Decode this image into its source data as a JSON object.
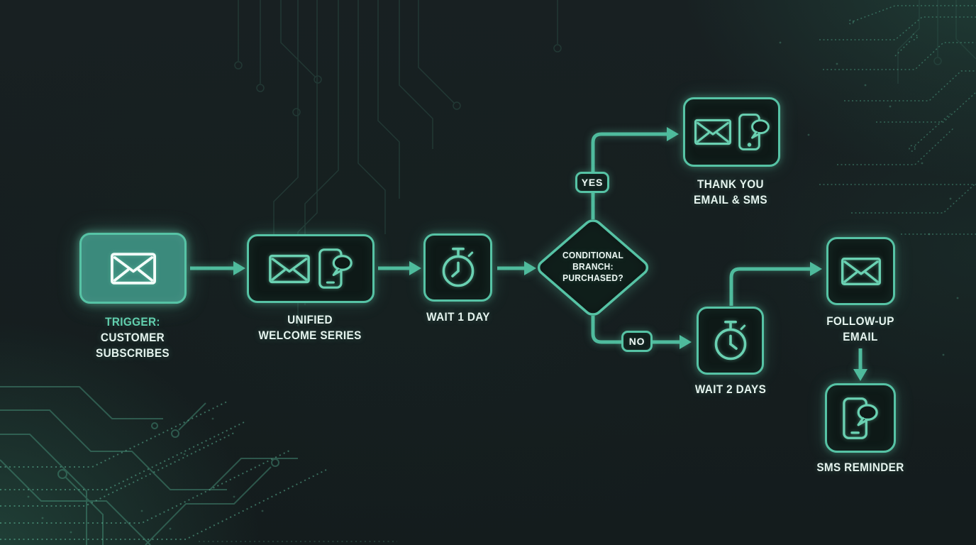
{
  "title": "Unified email and SMS welcome automation flowchart",
  "colors": {
    "background": "#161e1f",
    "accent_border": "#56c3a5",
    "accent_icon": "#6ad1b2",
    "trigger_fill": "#3b8a7c",
    "connector": "#4fbb9d",
    "text_primary": "#e6f4ef",
    "text_accent": "#62cfae",
    "circuit_faint": "#2f524a",
    "circuit_bright": "#57b394"
  },
  "icons": {
    "envelope-icon": "outlined envelope (email)",
    "phone-chat-icon": "smartphone with speech bubble (SMS)",
    "stopwatch-icon": "stopwatch / wait timer"
  },
  "flow": {
    "nodes": [
      {
        "id": "trigger",
        "shape": "rect-filled",
        "lines": [
          "TRIGGER:",
          "CUSTOMER",
          "SUBSCRIBES"
        ],
        "icons": [
          "envelope-icon"
        ]
      },
      {
        "id": "welcome-series",
        "shape": "rect",
        "lines": [
          "UNIFIED",
          "WELCOME SERIES"
        ],
        "icons": [
          "envelope-icon",
          "phone-chat-icon"
        ]
      },
      {
        "id": "wait-1-day",
        "shape": "rect",
        "lines": [
          "WAIT 1 DAY"
        ],
        "icons": [
          "stopwatch-icon"
        ]
      },
      {
        "id": "conditional-branch",
        "shape": "diamond",
        "lines": [
          "CONDITIONAL",
          "BRANCH:",
          "PURCHASED?"
        ],
        "icons": []
      },
      {
        "id": "thank-you",
        "shape": "rect",
        "lines": [
          "THANK YOU",
          "EMAIL & SMS"
        ],
        "icons": [
          "envelope-icon",
          "phone-chat-icon"
        ]
      },
      {
        "id": "wait-2-days",
        "shape": "rect",
        "lines": [
          "WAIT 2 DAYS"
        ],
        "icons": [
          "stopwatch-icon"
        ]
      },
      {
        "id": "follow-up-email",
        "shape": "rect",
        "lines": [
          "FOLLOW-UP",
          "EMAIL"
        ],
        "icons": [
          "envelope-icon"
        ]
      },
      {
        "id": "sms-reminder",
        "shape": "rect",
        "lines": [
          "SMS REMINDER"
        ],
        "icons": [
          "phone-chat-icon"
        ]
      }
    ],
    "branch_labels": {
      "yes": "YES",
      "no": "NO"
    },
    "edges": [
      {
        "from": "trigger",
        "to": "welcome-series"
      },
      {
        "from": "welcome-series",
        "to": "wait-1-day"
      },
      {
        "from": "wait-1-day",
        "to": "conditional-branch"
      },
      {
        "from": "conditional-branch",
        "to": "thank-you",
        "label": "YES"
      },
      {
        "from": "conditional-branch",
        "to": "wait-2-days",
        "label": "NO"
      },
      {
        "from": "wait-2-days",
        "to": "follow-up-email"
      },
      {
        "from": "follow-up-email",
        "to": "sms-reminder"
      }
    ]
  }
}
